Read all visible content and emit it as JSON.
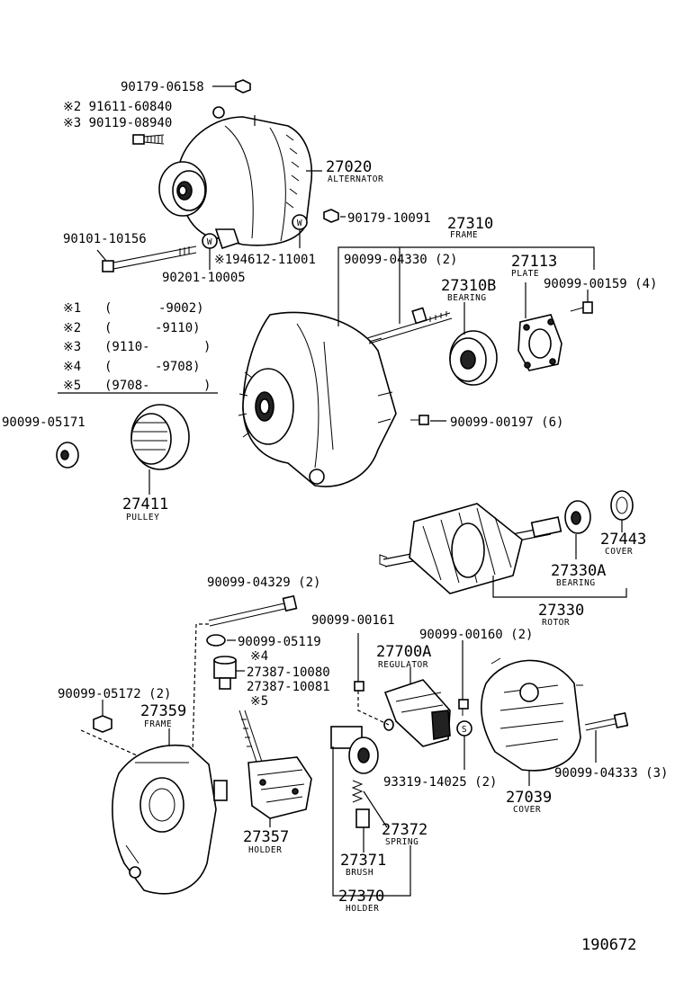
{
  "parts": {
    "p_90179_06158": "90179-06158",
    "m2_line": "※2  91611-60840",
    "m3_line": "※3  90119-08940",
    "p_27020": "27020",
    "p_27020_name": "ALTERNATOR",
    "p_90179_10091": "90179-10091",
    "p_27310": "27310",
    "p_27310_name": "FRAME",
    "p_90101_10156": "90101-10156",
    "p_194612": "※194612-11001",
    "p_90201_10005": "90201-10005",
    "p_90099_04330": "90099-04330 (2)",
    "p_27113": "27113",
    "p_27113_name": "PLATE",
    "p_27310B": "27310B",
    "p_27310B_name": "BEARING",
    "p_90099_00159": "90099-00159 (4)",
    "p_90099_05171": "90099-05171",
    "p_90099_00197": "90099-00197 (6)",
    "p_27411": "27411",
    "p_27411_name": "PULLEY",
    "p_27443": "27443",
    "p_27443_name": "COVER",
    "p_27330A": "27330A",
    "p_27330A_name": "BEARING",
    "p_27330": "27330",
    "p_27330_name": "ROTOR",
    "p_90099_04329": "90099-04329 (2)",
    "p_90099_00161": "90099-00161",
    "p_90099_05119": "90099-05119",
    "m4_mark": "※4",
    "p_27387_10080": "27387-10080",
    "p_27387_10081": "27387-10081",
    "m5_mark": "※5",
    "p_27700A": "27700A",
    "p_27700A_name": "REGULATOR",
    "p_90099_00160": "90099-00160 (2)",
    "p_90099_05172": "90099-05172 (2)",
    "p_27359": "27359",
    "p_27359_name": "FRAME",
    "p_93319_14025": "93319-14025 (2)",
    "p_90099_04333": "90099-04333 (3)",
    "p_27039": "27039",
    "p_27039_name": "COVER",
    "p_27357": "27357",
    "p_27357_name": "HOLDER",
    "p_27372": "27372",
    "p_27372_name": "SPRING",
    "p_27371": "27371",
    "p_27371_name": "BRUSH",
    "p_27370": "27370",
    "p_27370_name": "HOLDER"
  },
  "legend": {
    "rows": [
      {
        "mark": "※1",
        "open": "(",
        "range": "-9002)",
        "close": ""
      },
      {
        "mark": "※2",
        "open": "(",
        "range": "-9110)",
        "close": ""
      },
      {
        "mark": "※3",
        "open": "(9110-",
        "range": "",
        "close": ")"
      },
      {
        "mark": "※4",
        "open": "(",
        "range": "-9708)",
        "close": ""
      },
      {
        "mark": "※5",
        "open": "(9708-",
        "range": "",
        "close": ")"
      }
    ]
  },
  "washer_symbols": {
    "w": "W",
    "s": "S"
  },
  "figure_number": "190672"
}
